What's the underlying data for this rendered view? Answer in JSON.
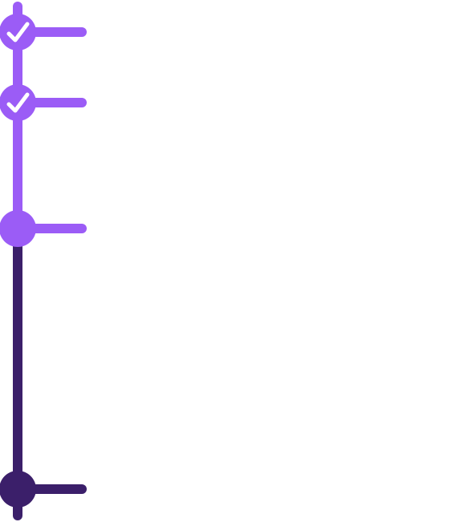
{
  "timeline": {
    "colors": {
      "complete": "#9b5cf6",
      "pending": "#3b1f6a",
      "check": "#ffffff"
    },
    "steps": [
      {
        "id": "step-1",
        "status": "complete",
        "icon": "check-icon"
      },
      {
        "id": "step-2",
        "status": "complete",
        "icon": "check-icon"
      },
      {
        "id": "step-3",
        "status": "current",
        "icon": "none"
      },
      {
        "id": "step-4",
        "status": "pending",
        "icon": "none"
      }
    ]
  }
}
